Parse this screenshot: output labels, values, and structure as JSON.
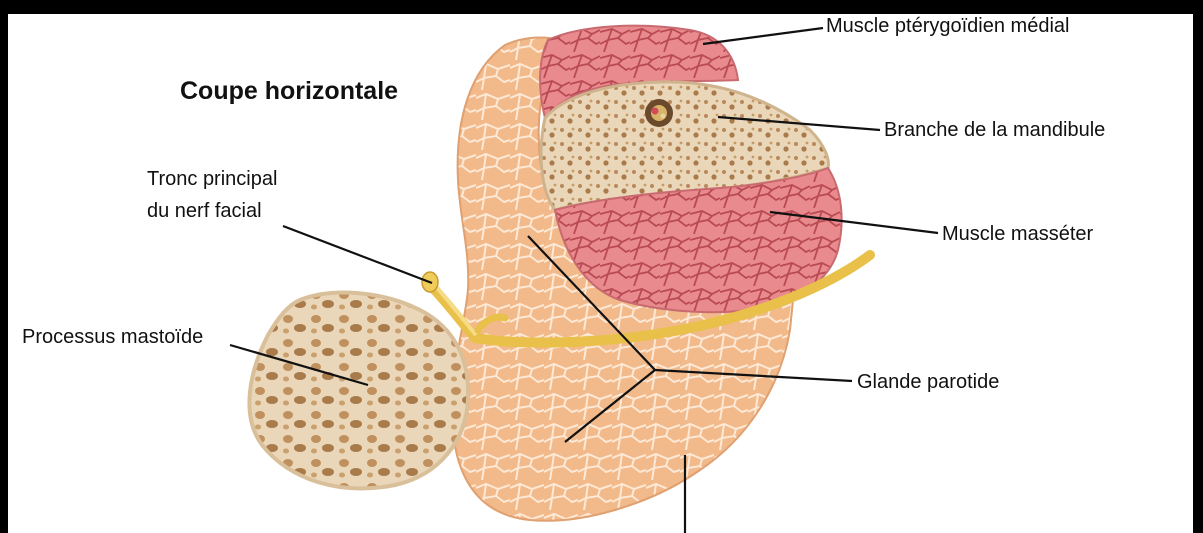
{
  "title": "Coupe horizontale",
  "labels": {
    "pterygoid": "Muscle ptérygoïdien médial",
    "mandible": "Branche de la mandibule",
    "masseter": "Muscle masséter",
    "parotid": "Glande parotide",
    "facial_nerve_line1": "Tronc principal",
    "facial_nerve_line2": "du nerf facial",
    "mastoid": "Processus mastoïde"
  },
  "colors": {
    "muscle": "#e88a8e",
    "muscle_dark": "#c9585f",
    "gland": "#f2b98a",
    "gland_cells": "#fbe4cf",
    "bone": "#ead6b8",
    "bone_trabecula": "#b8895c",
    "nerve": "#e8c04a",
    "frame": "#000000"
  }
}
